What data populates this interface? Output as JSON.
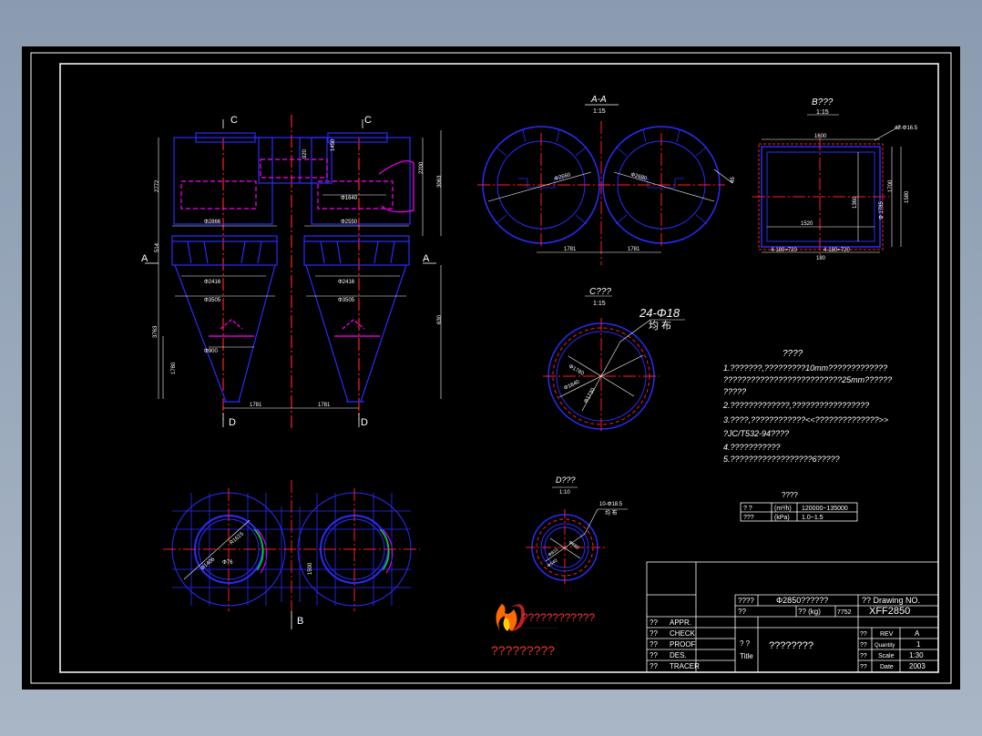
{
  "colors": {
    "background": "#000000",
    "frame": "#ffffff",
    "outline": "#2b2bff",
    "centerline": "#ff2020",
    "hidden": "#ff00ff",
    "dimension": "#ffffff",
    "accent_green": "#00e000",
    "title_red": "#ff3030"
  },
  "views": {
    "section_aa": {
      "title": "A-A",
      "scale": "1:15",
      "dim_left": "Φ2660",
      "dim_right": "Φ2680",
      "span_left": "1781",
      "span_right": "1781",
      "offset": "45"
    },
    "view_b": {
      "title": "B???",
      "scale": "1:15",
      "holes": "42-Φ16.5",
      "width": "1600",
      "inner": "1520",
      "height_1": "1360",
      "height_2": "1700",
      "height_3": "Φ 1785",
      "height_4": "1580",
      "bottom_1": "4-180=720",
      "bottom_2": "4-180=720",
      "bottom_3": "180"
    },
    "view_c": {
      "title": "C???",
      "scale": "1:15",
      "holes_label": "24-Φ18",
      "holes_sub": "均  布",
      "d1": "Φ1780",
      "d2": "Φ1640",
      "d3": "Φ1730"
    },
    "view_d": {
      "title": "D???",
      "scale": "1:10",
      "holes_label": "10-Φ18.5",
      "holes_sub": "均  布",
      "d1": "Φ810",
      "d2": "Φ680",
      "d3": "Φ540"
    },
    "front": {
      "section_c_left": "C",
      "section_c_right": "C",
      "section_a_left": "A",
      "section_a_right": "A",
      "section_d_left": "D",
      "section_d_right": "D",
      "dim_2772": "2772",
      "dim_514": "514",
      "dim_3763": "3763",
      "dim_1780": "1780",
      "dim_2200": "2200",
      "dim_3063": "3063",
      "dim_630": "630",
      "dim_920": "920",
      "dim_1450": "1450",
      "dim_1640": "Φ1640",
      "dim_2866": "Φ2866",
      "dim_2550": "Φ2550",
      "dim_2416_l": "Φ2416",
      "dim_2416_r": "Φ2416",
      "dim_3505_l": "Φ3505",
      "dim_3505_r": "Φ3505",
      "dim_900": "Φ900",
      "dim_1781_l": "1781",
      "dim_1781_r": "1781"
    },
    "plan": {
      "section_b": "B",
      "d1": "Φ1406",
      "d2": "R1615",
      "d3": "Φ76",
      "d4": "1500"
    }
  },
  "notes": {
    "heading": "????",
    "lines": [
      "1.???????,?????????10mm?????????????",
      "  ??????????????????????????25mm??????",
      "  ?????",
      "2.?????????????,?????????????????",
      "3.????,????????????<<??????????????>>",
      "  ?JC/T532-94????",
      "4.???????????",
      "5.??????????????????6?????"
    ]
  },
  "specs": {
    "heading": "????",
    "rows": [
      {
        "name": "?  ?",
        "unit": "(m³/h)",
        "value": "120000~135000"
      },
      {
        "name": "???",
        "unit": "(kPa)",
        "value": "1.0~1.5"
      }
    ]
  },
  "company": {
    "logo_text": "????????????",
    "logo_dots": "· · · · · · · · · · · · ·",
    "name": "?????????"
  },
  "title_block": {
    "name_label": "????",
    "name_value": "Φ2850??????",
    "drawing_no_label": "??  Drawing NO.",
    "drawing_no": "XFF2850",
    "material_label": "??",
    "weight_label": "??  (kg)",
    "weight": "7752",
    "title_label_cn": "? ?",
    "title_label": "Title",
    "title_value": "????????",
    "rev_cn": "??",
    "rev_label": "REV",
    "rev": "A",
    "qty_cn": "??",
    "qty_label": "Quantity",
    "qty": "1",
    "scale_cn": "??",
    "scale_label": "Scale",
    "scale": "1:30",
    "date_cn": "??",
    "date_label": "Date",
    "date": "2003",
    "signoffs": [
      {
        "cn": "??",
        "label": "APPR."
      },
      {
        "cn": "??",
        "label": "CHECK"
      },
      {
        "cn": "??",
        "label": "PROOF"
      },
      {
        "cn": "??",
        "label": "DES."
      },
      {
        "cn": "??",
        "label": "TRACER"
      }
    ]
  }
}
